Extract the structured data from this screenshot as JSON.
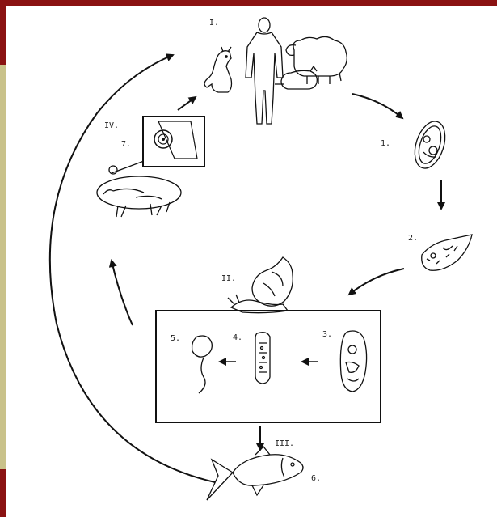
{
  "labels": {
    "host_roman": "I.",
    "egg_num": "1.",
    "miracidium_num": "2.",
    "snail_roman": "II.",
    "sporocyst_num": "3.",
    "redia_num": "4.",
    "cercaria_num": "5.",
    "fish_roman": "III.",
    "fish_num": "6.",
    "infection_roman": "IV.",
    "metacercaria_num": "7."
  },
  "colors": {
    "frame_red": "#8a1212",
    "frame_gold": "#c9c28a",
    "ink": "#111111"
  }
}
